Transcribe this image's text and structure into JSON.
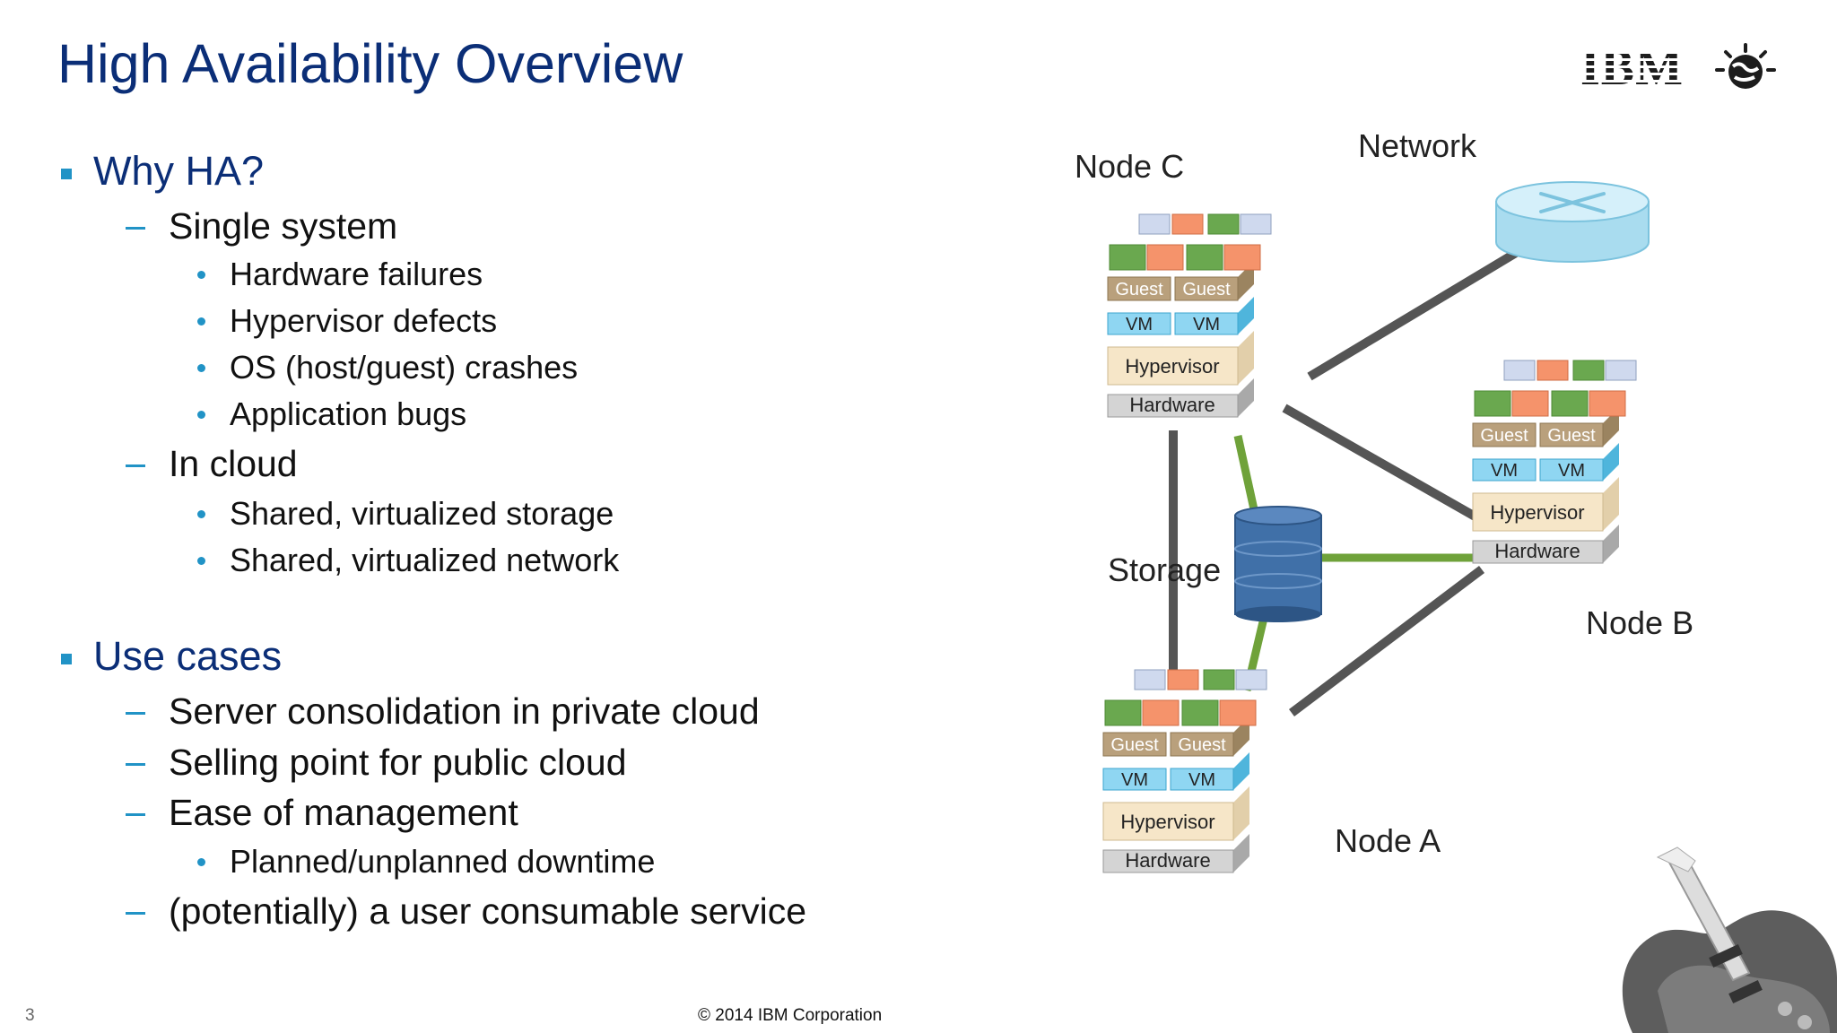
{
  "slide": {
    "title": "High Availability Overview",
    "logo_text": "IBM",
    "bullets": [
      {
        "text": "Why HA?",
        "children": [
          {
            "text": "Single system",
            "children": [
              "Hardware failures",
              "Hypervisor defects",
              "OS (host/guest) crashes",
              "Application bugs"
            ]
          },
          {
            "text": "In cloud",
            "children": [
              "Shared, virtualized storage",
              "Shared, virtualized network"
            ]
          }
        ]
      },
      {
        "text": "Use cases",
        "children": [
          {
            "text": "Server consolidation in private cloud",
            "children": []
          },
          {
            "text": "Selling point for public cloud",
            "children": []
          },
          {
            "text": "Ease of management",
            "children": [
              "Planned/unplanned downtime"
            ]
          },
          {
            "text": "(potentially) a user consumable service",
            "children": []
          }
        ]
      }
    ],
    "page_number": "3",
    "copyright": "© 2014 IBM Corporation"
  },
  "diagram": {
    "network_label": "Network",
    "storage_label": "Storage",
    "stack_labels": {
      "guest": "Guest",
      "vm": "VM",
      "hypervisor": "Hypervisor",
      "hardware": "Hardware"
    },
    "nodes": [
      {
        "name": "Node C"
      },
      {
        "name": "Node B"
      },
      {
        "name": "Node A"
      }
    ],
    "colors": {
      "title": "#0b2e77",
      "bullet_marker": "#2193c6",
      "storage_link": "#6fa23a",
      "network_link": "#555555",
      "storage_db": "#3e6ea8",
      "router": "#bfe6f4",
      "vm": "#8fd6f2",
      "guest": "#b9a07c",
      "hypervisor": "#f6e6c8",
      "hardware": "#d4d4d4"
    }
  }
}
